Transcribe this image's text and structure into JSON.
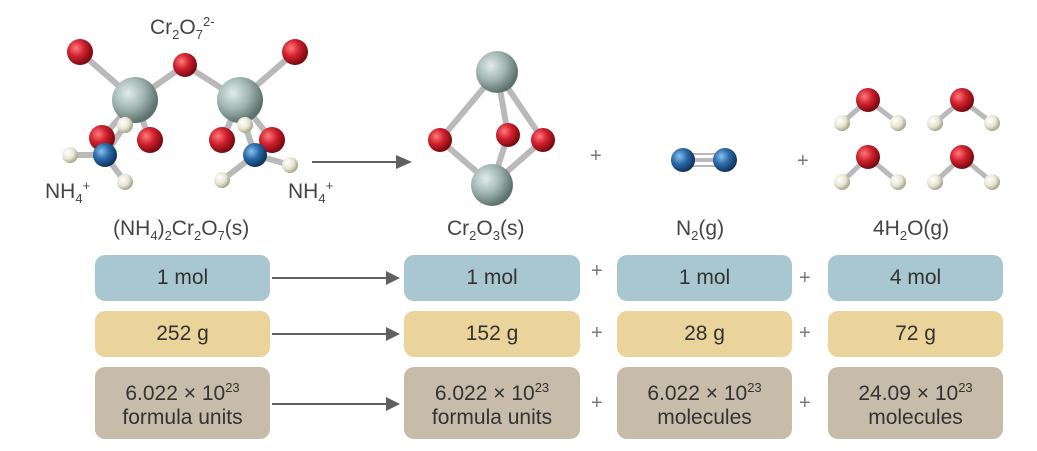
{
  "molecule_labels": {
    "dichromate": {
      "base": "Cr",
      "sub1": "2",
      "mid": "O",
      "sub2": "7",
      "sup": "2-"
    },
    "ammonium": {
      "base": "NH",
      "sub": "4",
      "sup": "+"
    }
  },
  "formulas": {
    "reactant": {
      "p1": "(NH",
      "s1": "4",
      "p2": ")",
      "s2": "2",
      "p3": "Cr",
      "s3": "2",
      "p4": "O",
      "s4": "7",
      "p5": "(s)"
    },
    "p1": {
      "p1": "Cr",
      "s1": "2",
      "p2": "O",
      "s2": "3",
      "p3": "(s)"
    },
    "p2": {
      "p1": "N",
      "s1": "2",
      "p2": "(g)"
    },
    "p3": {
      "p1": "4H",
      "s1": "2",
      "p2": "O(g)"
    }
  },
  "plus": "+",
  "rows": {
    "moles": [
      "1 mol",
      "1 mol",
      "1 mol",
      "4 mol"
    ],
    "mass": [
      "252 g",
      "152 g",
      "28 g",
      "72 g"
    ],
    "count": [
      {
        "base": "6.022 × 10",
        "exp": "23",
        "unit": "formula units"
      },
      {
        "base": "6.022 × 10",
        "exp": "23",
        "unit": "formula units"
      },
      {
        "base": "6.022 × 10",
        "exp": "23",
        "unit": "molecules"
      },
      {
        "base": "24.09 × 10",
        "exp": "23",
        "unit": "molecules"
      }
    ]
  },
  "colors": {
    "oxygen": "#d0202e",
    "chromium": "#9fb4b0",
    "nitrogen": "#2a6ba8",
    "hydrogen": "#e8e6d2",
    "moles_box": "#a9c7d1",
    "mass_box": "#ebd49c",
    "count_box": "#c6bca9"
  }
}
